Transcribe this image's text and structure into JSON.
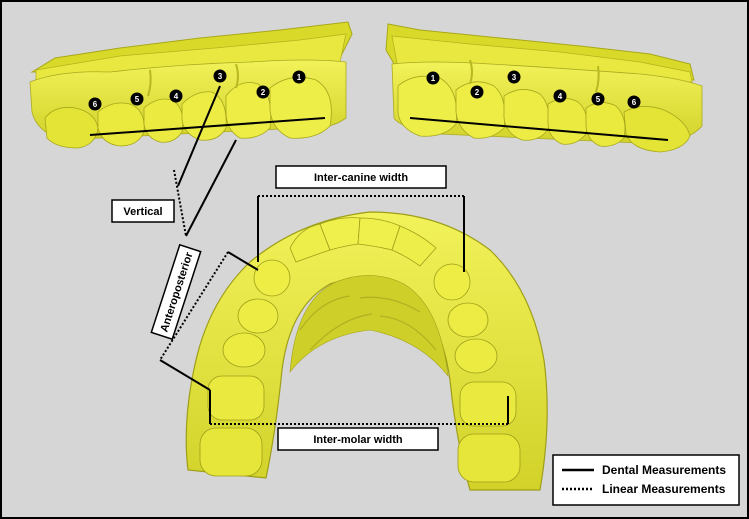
{
  "labels": {
    "vertical": "Vertical",
    "anteroposterior": "Anteroposterior",
    "inter_canine_width": "Inter-canine width",
    "inter_molar_width": "Inter-molar width"
  },
  "tooth_numbers": {
    "left_model": [
      "6",
      "5",
      "4",
      "3",
      "2",
      "1"
    ],
    "right_model": [
      "1",
      "2",
      "3",
      "4",
      "5",
      "6"
    ]
  },
  "legend": {
    "dental": "Dental Measurements",
    "linear": "Linear Measurements"
  },
  "colors": {
    "model_fill": "#e6e635",
    "model_shadow": "#b8b81e",
    "model_highlight": "#f4f46a",
    "background": "#d6d6d6",
    "line": "#000000"
  }
}
